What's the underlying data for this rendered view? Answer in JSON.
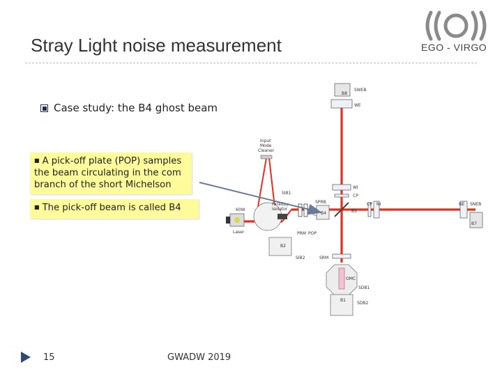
{
  "slide": {
    "title": "Stray Light noise measurement",
    "org": "EGO - VIRGO",
    "case_study": "Case study: the B4 ghost beam",
    "notes": [
      "A pick-off plate (POP) samples the beam circulating in the com branch of the short Michelson",
      "The pick-off beam is called B4"
    ],
    "page_number": "15",
    "footer": "GWADW 2019"
  },
  "diagram": {
    "labels": {
      "sweb": "SWEB",
      "b8": "B8",
      "we": "WE",
      "imc": "Input\nMode\nCleaner",
      "sib1": "SIB1",
      "wi": "WI",
      "cp1": "CP",
      "laser_power": "60W",
      "laser": "Laser",
      "fi": "Faraday\nIsolator",
      "sprb": "SPRB",
      "b4": "B4",
      "bs": "BS",
      "cp2": "CP",
      "ni": "NI",
      "ne": "NE",
      "sneb": "SNEB",
      "b7": "B7",
      "b2": "B2",
      "prm": "PRM",
      "pop": "POP",
      "sib2": "SIB2",
      "srm": "SRM",
      "omc": "OMC",
      "sdb1": "SDB1",
      "b1": "B1",
      "sdb2": "SDB2"
    },
    "colors": {
      "beam": "#e0301e",
      "arrow": "#6a7a99",
      "note_bg": "#fdfb9a",
      "footer_arrow": "#2e4a72"
    }
  }
}
